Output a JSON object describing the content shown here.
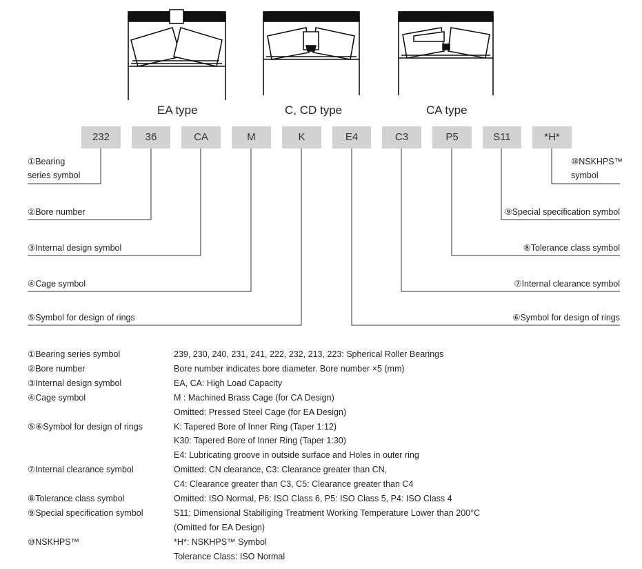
{
  "types": [
    {
      "label": "EA type"
    },
    {
      "label": "C, CD type"
    },
    {
      "label": "CA type"
    }
  ],
  "codes": [
    "232",
    "36",
    "CA",
    "M",
    "K",
    "E4",
    "C3",
    "P5",
    "S11",
    "*H*"
  ],
  "callouts": {
    "left": [
      {
        "text": "①Bearing\nseries symbol"
      },
      {
        "text": "②Bore number"
      },
      {
        "text": "③Internal design symbol"
      },
      {
        "text": "④Cage symbol"
      },
      {
        "text": "⑤Symbol for design of rings"
      }
    ],
    "right": [
      {
        "text": "⑩NSKHPS™\nsymbol"
      },
      {
        "text": "⑨Special specification symbol"
      },
      {
        "text": "⑧Tolerance class symbol"
      },
      {
        "text": "⑦Internal clearance symbol"
      },
      {
        "text": "⑥Symbol for design of rings"
      }
    ]
  },
  "legend": [
    {
      "term": "①Bearing series symbol",
      "defs": [
        "239, 230, 240, 231, 241, 222, 232, 213, 223: Spherical Roller Bearings"
      ]
    },
    {
      "term": "②Bore number",
      "defs": [
        "Bore number indicates bore diameter. Bore number ×5 (mm)"
      ]
    },
    {
      "term": "③Internal design symbol",
      "defs": [
        "EA, CA: High Load Capacity"
      ]
    },
    {
      "term": "④Cage symbol",
      "defs": [
        "M : Machined Brass Cage (for CA Design)",
        "Omitted: Pressed Steel Cage (for EA Design)"
      ]
    },
    {
      "term": "⑤⑥Symbol for design of rings",
      "defs": [
        "K: Tapered Bore of Inner Ring (Taper 1:12)",
        "K30: Tapered Bore of Inner Ring (Taper 1:30)",
        "E4: Lubricating groove in outside surface and Holes in outer ring"
      ]
    },
    {
      "term": "⑦Internal clearance symbol",
      "defs": [
        "Omitted: CN clearance, C3: Clearance greater than CN,",
        "C4: Clearance greater than C3, C5: Clearance greater than C4"
      ]
    },
    {
      "term": "⑧Tolerance class symbol",
      "defs": [
        "Omitted: ISO Normal, P6: ISO Class 6, P5: ISO Class 5, P4: ISO Class 4"
      ]
    },
    {
      "term": "⑨Special specification symbol",
      "defs": [
        "S11; Dimensional Stabiliging Treatment Working Temperature Lower than 200°C",
        "(Omitted for EA Design)"
      ]
    },
    {
      "term": "⑩NSKHPS™",
      "defs": [
        "*H*: NSKHPS™ Symbol",
        "Tolerance Class: ISO Normal"
      ]
    }
  ]
}
